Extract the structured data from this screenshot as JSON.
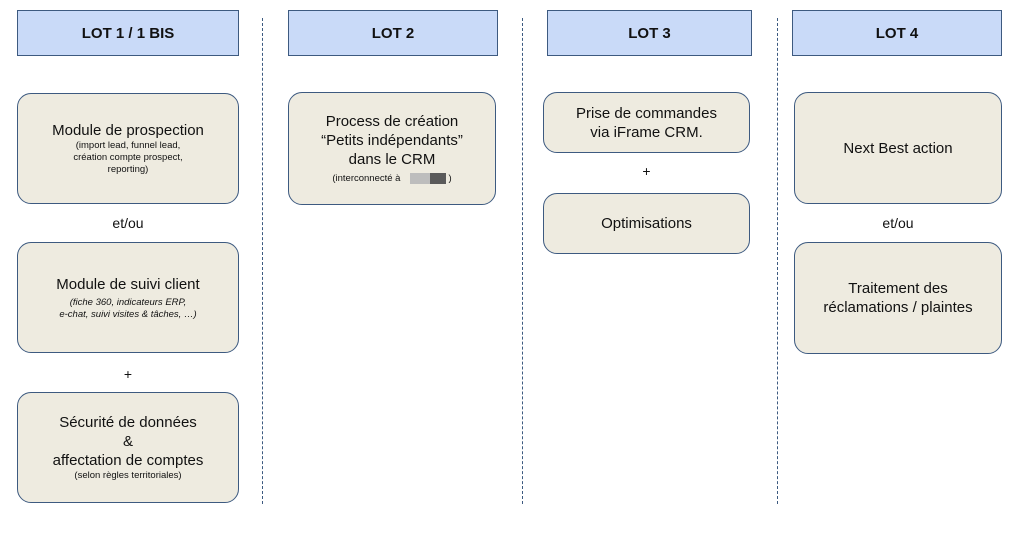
{
  "lots": {
    "lot1": {
      "header": "LOT 1 / 1 BIS",
      "box1": {
        "title": "Module de prospection",
        "detail_line1": "(import lead, funnel lead,",
        "detail_line2": "création compte prospect,",
        "detail_line3": "reporting)"
      },
      "connector1": "et/ou",
      "box2": {
        "title": "Module de suivi client",
        "detail_line1": "(fiche 360, indicateurs ERP,",
        "detail_line2": "e-chat, suivi visites & tâches, …)"
      },
      "connector2": "+",
      "box3": {
        "title_line1": "Sécurité de données",
        "title_line2": "&",
        "title_line3": "affectation de comptes",
        "detail": "(selon règles territoriales)"
      }
    },
    "lot2": {
      "header": "LOT 2",
      "box1": {
        "title_line1": "Process de création",
        "title_line2": "“Petits indépendants”",
        "title_line3": "dans le CRM",
        "detail_prefix": "(interconnecté à",
        "detail_suffix": ")"
      }
    },
    "lot3": {
      "header": "LOT 3",
      "box1": {
        "title_line1": "Prise de commandes",
        "title_line2": "via iFrame CRM."
      },
      "connector1": "+",
      "box2": {
        "title": "Optimisations"
      }
    },
    "lot4": {
      "header": "LOT 4",
      "box1": {
        "title": "Next Best action"
      },
      "connector1": "et/ou",
      "box2": {
        "title_line1": "Traitement des",
        "title_line2": "réclamations / plaintes"
      }
    }
  },
  "colors": {
    "header_fill": "#c9daf8",
    "box_fill": "#eeebe0",
    "border": "#3d5a80"
  }
}
